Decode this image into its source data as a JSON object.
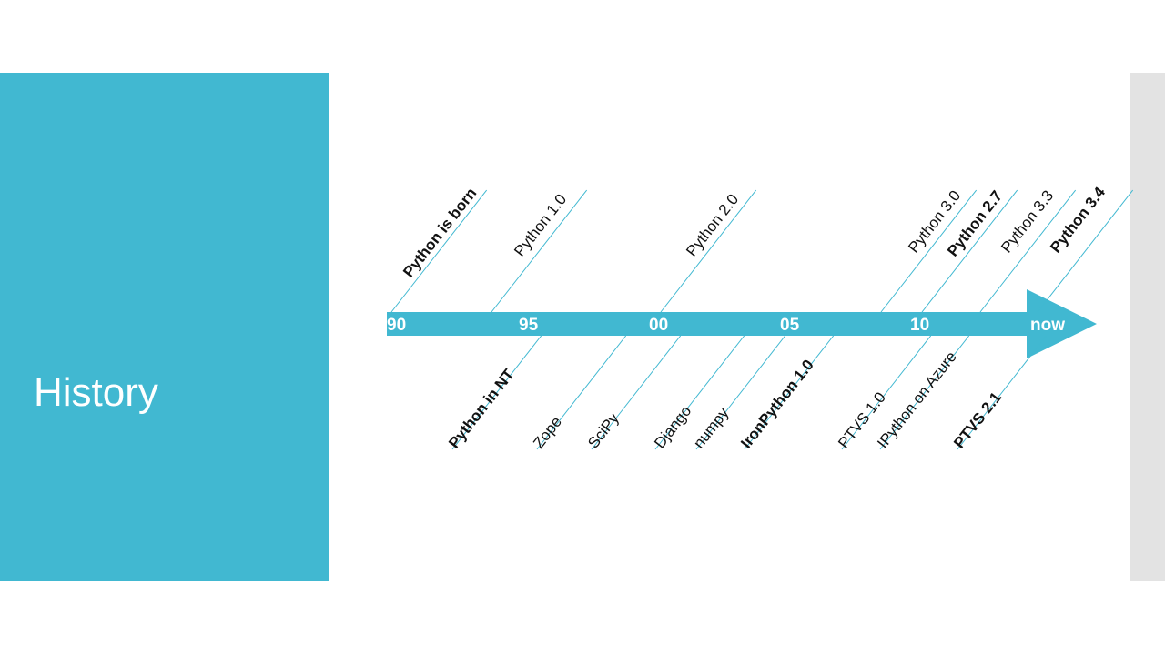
{
  "slide": {
    "title": "History",
    "accent_color": "#41b8d1",
    "strip_color": "#e3e3e3"
  },
  "timeline": {
    "axis_labels": [
      {
        "id": "90",
        "text": "90"
      },
      {
        "id": "95",
        "text": "95"
      },
      {
        "id": "00",
        "text": "00"
      },
      {
        "id": "05",
        "text": "05"
      },
      {
        "id": "10",
        "text": "10"
      },
      {
        "id": "now",
        "text": "now"
      }
    ],
    "events_above": [
      {
        "id": "python-is-born",
        "text": "Python is born",
        "bold": true
      },
      {
        "id": "python-1-0",
        "text": "Python 1.0",
        "bold": false
      },
      {
        "id": "python-2-0",
        "text": "Python 2.0",
        "bold": false
      },
      {
        "id": "python-3-0",
        "text": "Python 3.0",
        "bold": false
      },
      {
        "id": "python-2-7",
        "text": "Python 2.7",
        "bold": true
      },
      {
        "id": "python-3-3",
        "text": "Python 3.3",
        "bold": false
      },
      {
        "id": "python-3-4",
        "text": "Python 3.4",
        "bold": true
      }
    ],
    "events_below": [
      {
        "id": "python-in-nt",
        "text": "Python in NT",
        "bold": true
      },
      {
        "id": "zope",
        "text": "Zope",
        "bold": false
      },
      {
        "id": "scipy",
        "text": "SciPy",
        "bold": false
      },
      {
        "id": "django",
        "text": "Django",
        "bold": false
      },
      {
        "id": "numpy",
        "text": "numpy",
        "bold": false
      },
      {
        "id": "ironpython-1-0",
        "text": "IronPython 1.0",
        "bold": true
      },
      {
        "id": "ptvs-1-0",
        "text": "PTVS 1.0",
        "bold": false
      },
      {
        "id": "ipython-on-azure",
        "text": "IPython on Azure",
        "bold": false
      },
      {
        "id": "ptvs-2-1",
        "text": "PTVS 2.1",
        "bold": true
      }
    ]
  }
}
